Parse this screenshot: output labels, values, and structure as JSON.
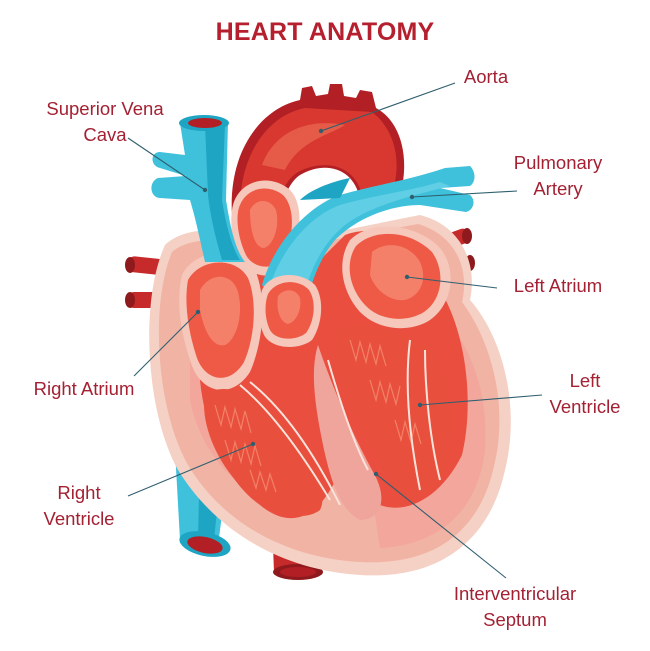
{
  "title": "HEART ANATOMY",
  "colors": {
    "title": "#b51f2e",
    "label": "#a32133",
    "leader_line": "#2f5f6f",
    "vein_blue": "#3fc1dc",
    "vein_blue_dark": "#1ea5c4",
    "muscle_red": "#e94e3f",
    "chamber_light": "#f27a66",
    "aorta_red": "#d8382f",
    "aorta_dark": "#b21f24",
    "pericardium": "#f5d0c4",
    "septum_pink": "#f0a59c"
  },
  "labels": {
    "superior_vena_cava": {
      "line1": "Superior Vena",
      "line2": "Cava"
    },
    "aorta": {
      "line1": "Aorta"
    },
    "pulmonary_artery": {
      "line1": "Pulmonary",
      "line2": "Artery"
    },
    "left_atrium": {
      "line1": "Left Atrium"
    },
    "right_atrium": {
      "line1": "Right Atrium"
    },
    "left_ventricle": {
      "line1": "Left",
      "line2": "Ventricle"
    },
    "right_ventricle": {
      "line1": "Right",
      "line2": "Ventricle"
    },
    "interventricular_septum": {
      "line1": "Interventricular",
      "line2": "Septum"
    }
  }
}
